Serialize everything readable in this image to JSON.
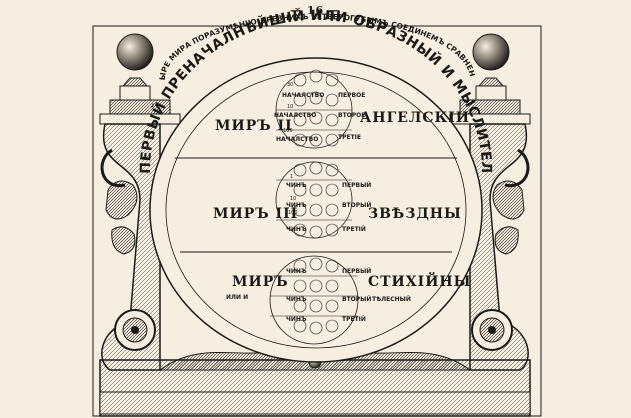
{
  "page_number": "— 16 —",
  "arc_subtitle": "ЧЕТЫРЕ МИРА ПОРАЗУМѢНІЮ ДРЕВНИХЪ ЧЕТВЕРОГУБЫМЪ СОЕДИНЕМЪ СРАВНЕННЫЯ",
  "arc_title": "МИРЪ ПЕРВЫЙ ПРЕНАЧАЛНѢЙШІЙ ИЛИ ОБРАЗНЫЙ И МЫСЛИТЕЛЬНЫЙ.",
  "worlds": [
    {
      "left": "МИРЪ II",
      "right": "АНГЕЛСКІИ",
      "rows": [
        {
          "left": "НАЧАЛСТВО",
          "right": "ПЕРВОЕ"
        },
        {
          "left": "НАЧАЛСТВО",
          "right": "ВТОРОЕ"
        },
        {
          "left": "НАЧАЛСТВО",
          "right": "ТРЕТІЕ"
        }
      ],
      "numbers": [
        "10",
        "30",
        "100"
      ]
    },
    {
      "left": "МИРЪ III",
      "right": "ЗВѢЗДНЫ",
      "rows": [
        {
          "left": "ЧИНЪ",
          "right": "ПЕРВЫЙ"
        },
        {
          "left": "ЧИНЪ",
          "right": "ВТОРЫЙ"
        },
        {
          "left": "ЧИНЪ",
          "right": "ТРЕТІЙ"
        }
      ],
      "numbers": [
        "1",
        "10",
        "100"
      ]
    },
    {
      "left": "МИРЪ",
      "left_sub": "ИЛИ И",
      "right": "СТИХІЙНЫ",
      "right_sub": "ТѢЛЕСНЫЙ",
      "rows": [
        {
          "left": "ЧИНЪ",
          "right": "ПЕРВЫЙ"
        },
        {
          "left": "ЧИНЪ",
          "right": "ВТОРЫЙ"
        },
        {
          "left": "ЧИНЪ",
          "right": "ТРЕТІЙ"
        }
      ],
      "numbers": []
    }
  ]
}
